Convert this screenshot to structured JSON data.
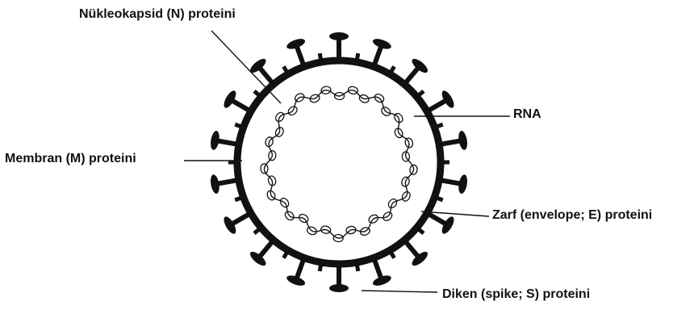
{
  "labels": {
    "nucleocapsid": "Nükleokapsid (N) proteini",
    "rna": "RNA",
    "membrane": "Membran (M) proteini",
    "envelope": "Zarf (envelope; E) proteini",
    "spike": "Diken (spike; S) proteini"
  },
  "colors": {
    "ink": "#111111",
    "background": "#ffffff"
  }
}
